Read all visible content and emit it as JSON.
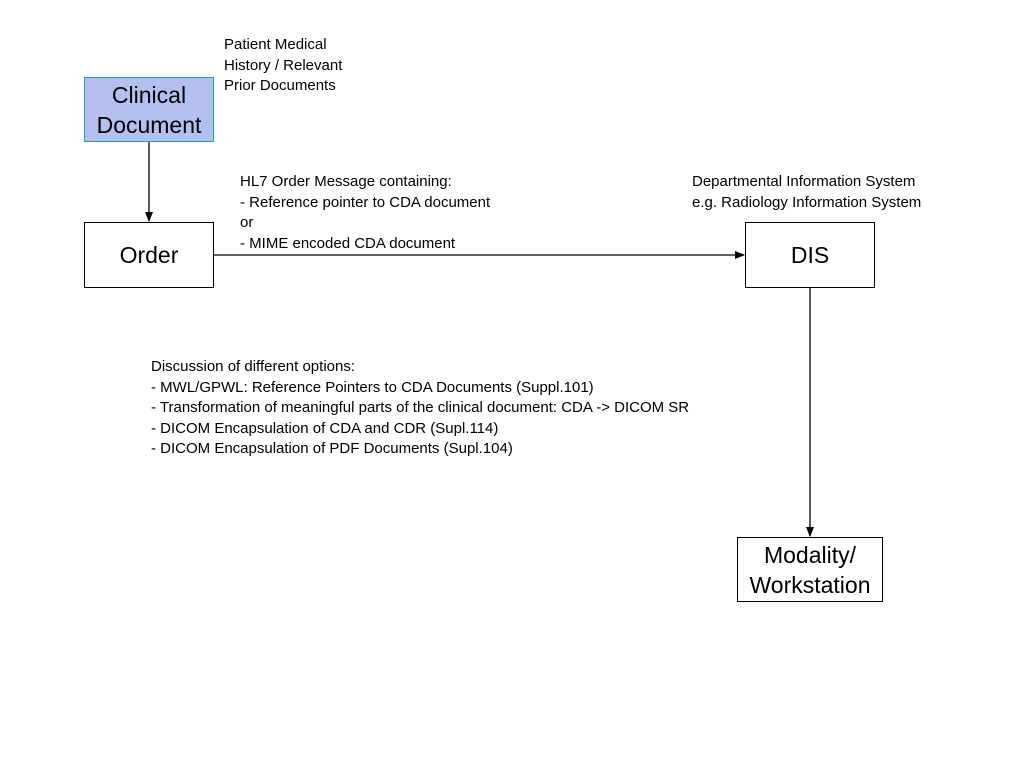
{
  "boxes": {
    "clinical_document": "Clinical\nDocument",
    "order": "Order",
    "dis": "DIS",
    "modality": "Modality/\nWorkstation"
  },
  "notes": {
    "patient_history": "Patient Medical\nHistory / Relevant\nPrior Documents",
    "hl7_message": "HL7 Order Message containing:\n- Reference pointer to CDA document\nor\n- MIME encoded CDA document",
    "dis_description": "Departmental Information System\ne.g. Radiology Information System",
    "discussion": "Discussion of different options:\n- MWL/GPWL: Reference Pointers to CDA Documents (Suppl.101)\n- Transformation of meaningful parts of the clinical document: CDA -> DICOM SR\n- DICOM Encapsulation of CDA and CDR (Supl.114)\n- DICOM Encapsulation of PDF Documents (Supl.104)"
  },
  "colors": {
    "highlight_fill": "#b3c0f0",
    "highlight_border": "#2e9aa6",
    "line": "#000000"
  }
}
